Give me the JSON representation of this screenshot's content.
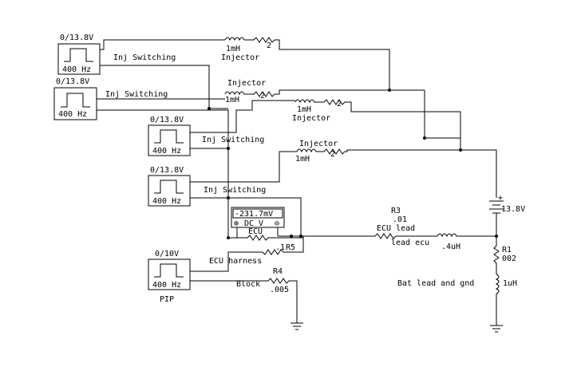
{
  "sources": {
    "inj1": {
      "top_label": "0/13.8V",
      "freq": "400 Hz",
      "signal": "Inj  Switching"
    },
    "inj2": {
      "top_label": "0/13.8V",
      "freq": "400 Hz",
      "signal": "Inj  Switching"
    },
    "inj3": {
      "top_label": "0/13.8V",
      "freq": "400 Hz",
      "signal": "Inj  Switching"
    },
    "inj4": {
      "top_label": "0/13.8V",
      "freq": "400 Hz",
      "signal": "Inj  Switching"
    },
    "pip": {
      "top_label": "0/10V",
      "freq": "400 Hz",
      "name": "PIP"
    }
  },
  "injectors": {
    "inj1": {
      "inductance": "1mH",
      "resistance": "2",
      "name": "Injector"
    },
    "inj2": {
      "inductance": "1mH",
      "resistance": "2",
      "name": "Injector"
    },
    "inj3": {
      "inductance": "1mH",
      "resistance": "2",
      "name": "Injector"
    },
    "inj4": {
      "inductance": "1mH",
      "resistance": "2",
      "name": "Injector"
    }
  },
  "meter": {
    "reading": "-231.7mV",
    "mode": "DC  V",
    "plus": "⊕",
    "minus": "⊖",
    "label": "ECU"
  },
  "battery": {
    "voltage": "13.8V",
    "plus": "+"
  },
  "components": {
    "r5": {
      "value": ".1",
      "name": "R5"
    },
    "r4": {
      "name": "R4",
      "value": ".005"
    },
    "r3": {
      "name": "R3",
      "value": ".01",
      "desc": "ECU lead"
    },
    "l_ecu": {
      "desc": "lead ecu",
      "value": ".4uH"
    },
    "r1": {
      "name": "R1",
      "value": "002"
    },
    "l_bat": {
      "desc": "Bat lead and gnd",
      "value": "1uH"
    }
  },
  "labels": {
    "ecu_harness": "ECU harness",
    "block": "Block"
  }
}
